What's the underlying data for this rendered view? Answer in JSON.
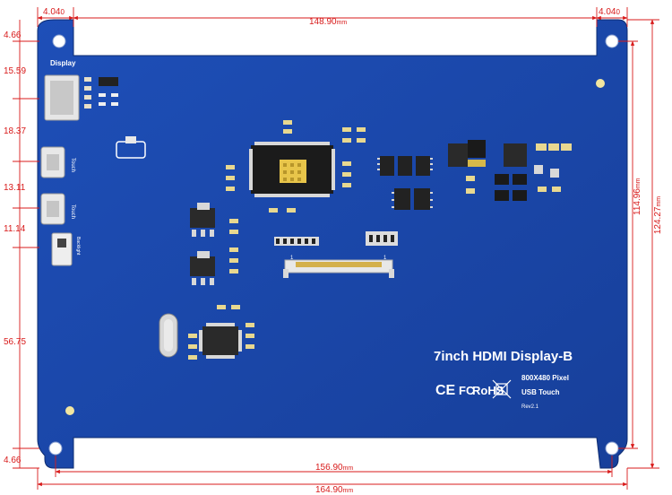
{
  "dimensions": {
    "top_left_hole": "4.04",
    "top_left_hole_unit": "0",
    "top_width": "148.90",
    "top_width_unit": "mm",
    "top_right_hole": "4.04",
    "top_right_hole_unit": "0",
    "left_top_margin": "4.66",
    "left_display": "15.59",
    "left_touch1": "18.37",
    "left_touch2": "13.11",
    "left_backlight": "11.14",
    "left_lower": "56.75",
    "left_bottom_margin": "4.66",
    "right_inner_height": "114.96",
    "right_inner_height_unit": "mm",
    "right_outer_height": "124.27",
    "right_outer_height_unit": "mm",
    "bottom_inner_width": "156.90",
    "bottom_inner_width_unit": "mm",
    "bottom_outer_width": "164.90",
    "bottom_outer_width_unit": "mm"
  },
  "board": {
    "label_display": "Display",
    "label_touch_1": "Touch",
    "label_touch_2": "Touch",
    "label_backlight": "Backlight",
    "label_pin1": "1",
    "label_pin40": "1",
    "title": "7inch HDMI Display-B",
    "resolution": "800X480 Pixel",
    "usb_touch": "USB Touch",
    "revision": "Rev2.1",
    "cert_ce": "CE",
    "cert_fc": "FC",
    "cert_rohs": "RoHS",
    "colors": {
      "board_blue": "#1a45a6",
      "dimension_red": "#d81b1b",
      "silkscreen": "#ffffff"
    }
  }
}
